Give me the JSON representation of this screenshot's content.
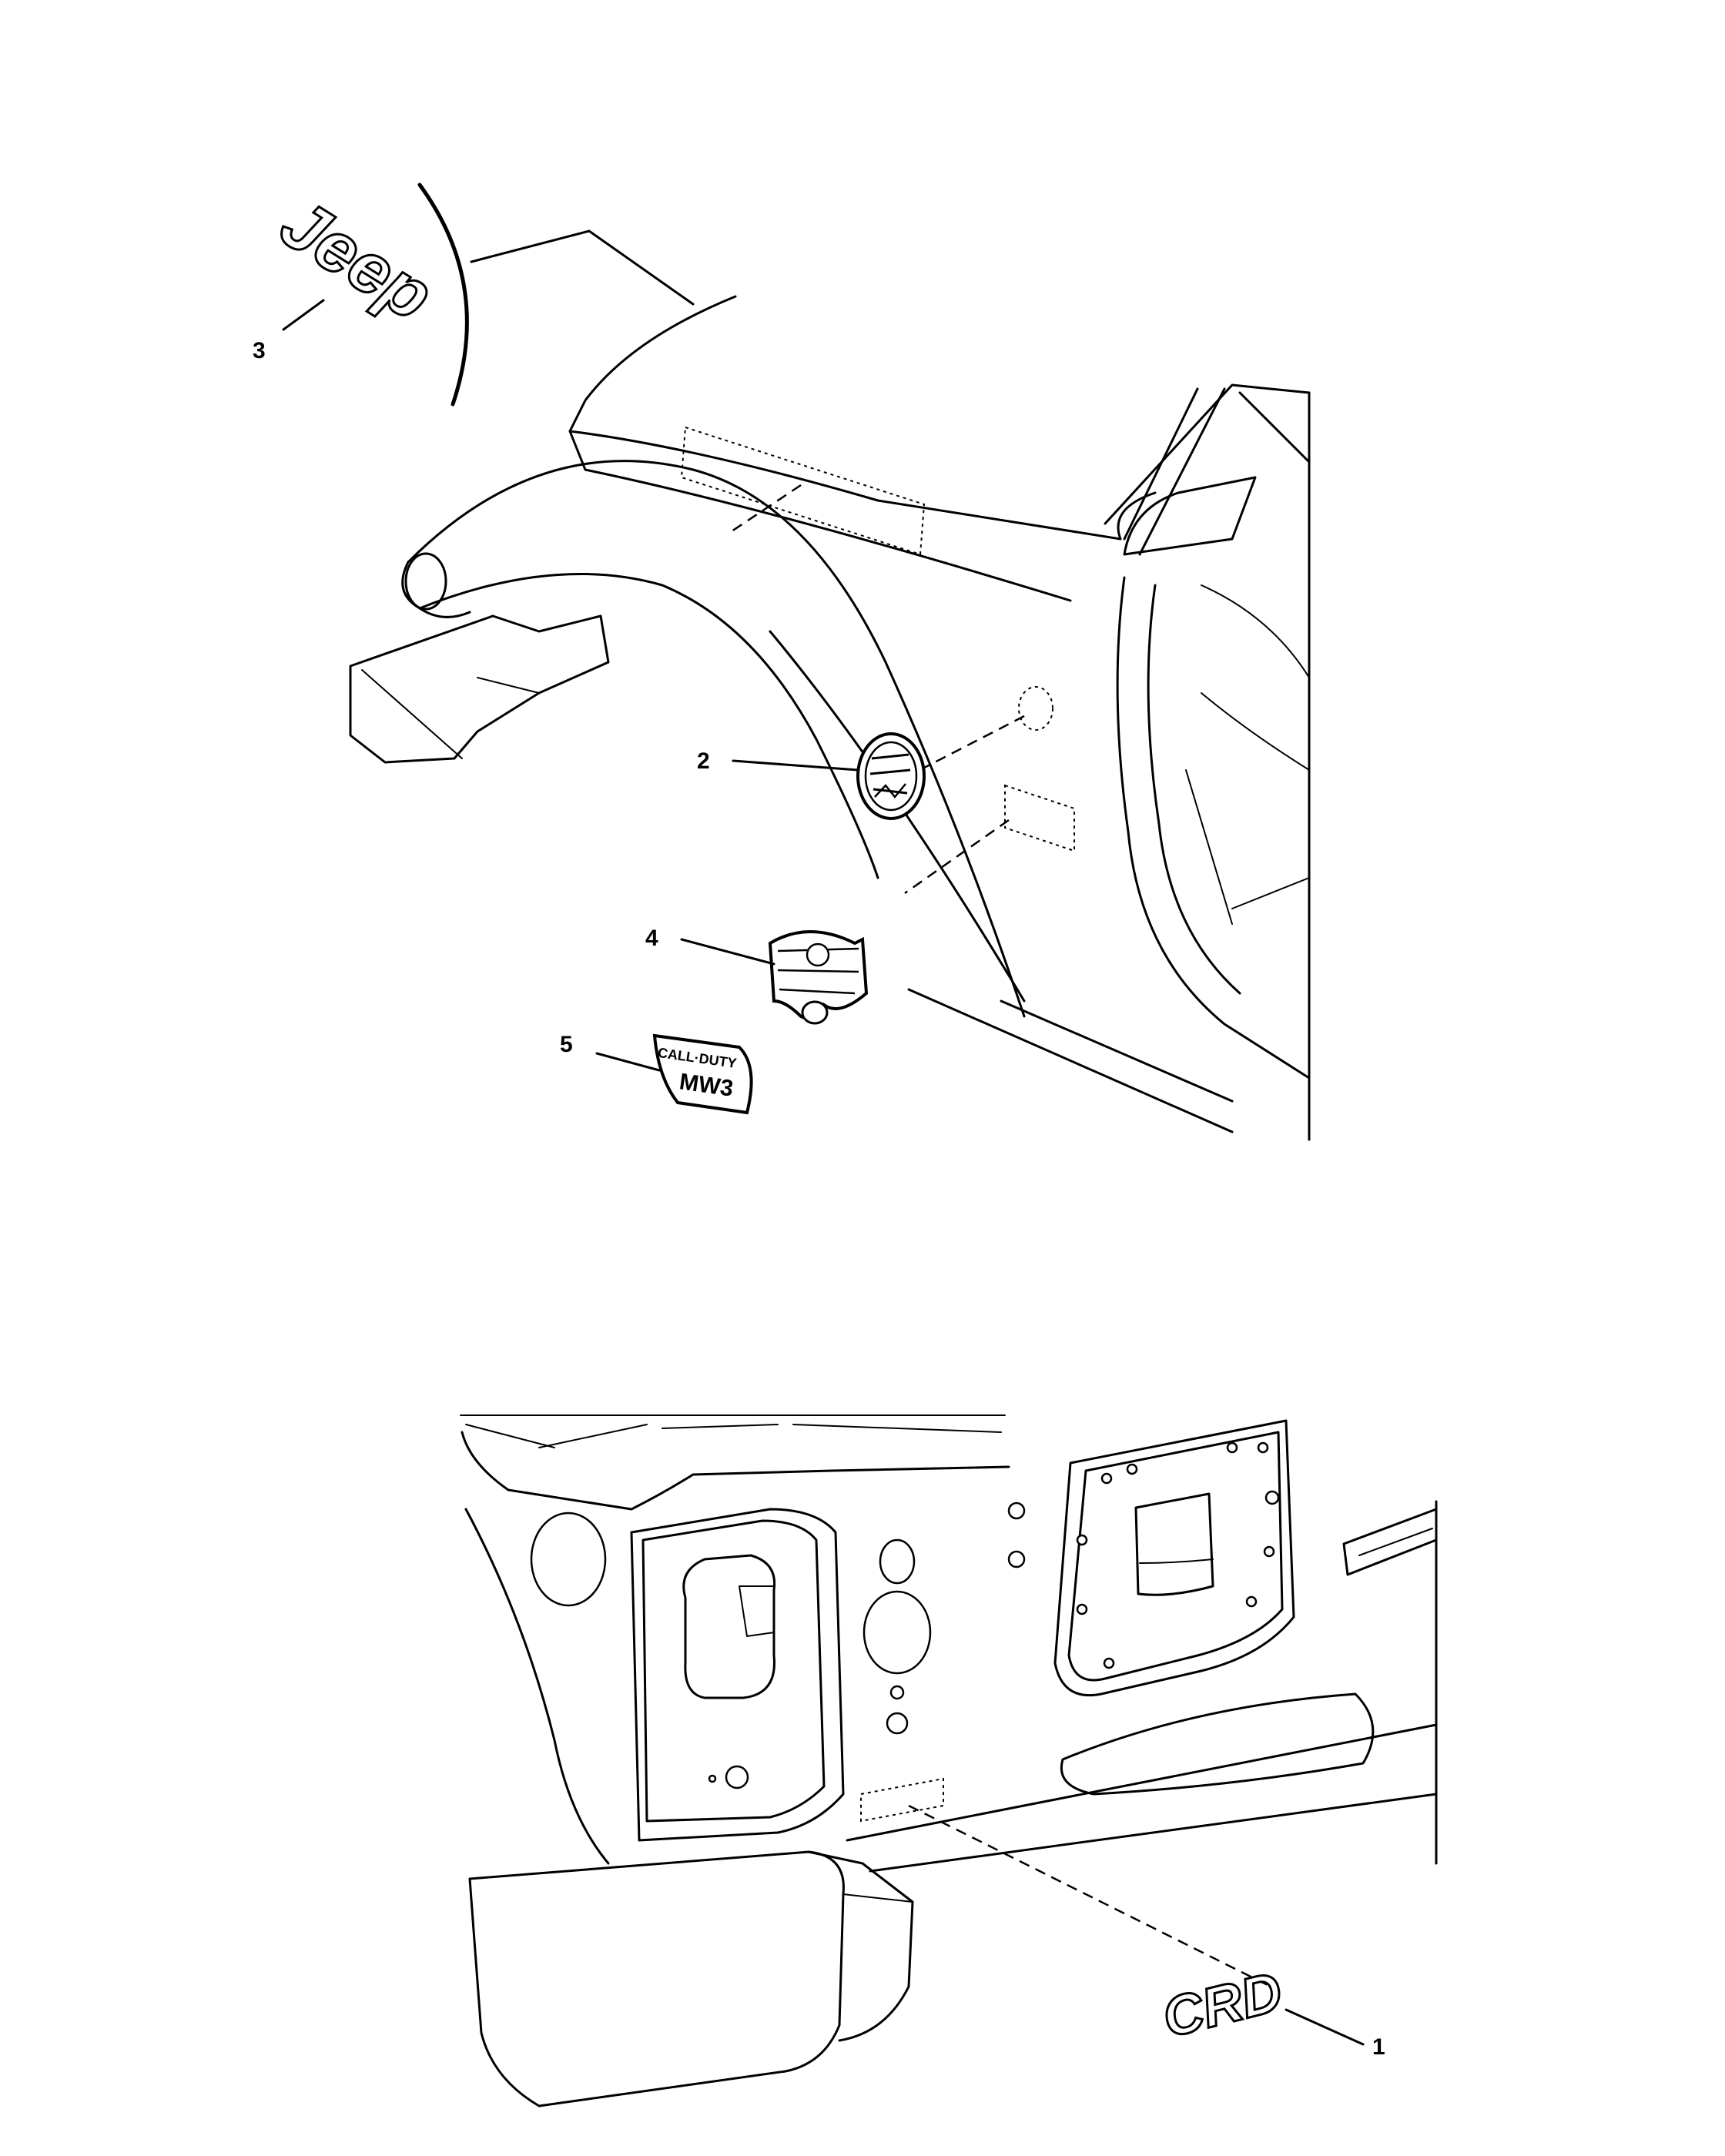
{
  "callouts": {
    "c1": "1",
    "c2": "2",
    "c3": "3",
    "c4": "4",
    "c5": "5"
  },
  "emblems": {
    "jeep": "Jeep",
    "crd": "CRD",
    "call_of_duty_top": "CALL·DUTY",
    "call_of_duty_bottom": "MW3"
  }
}
